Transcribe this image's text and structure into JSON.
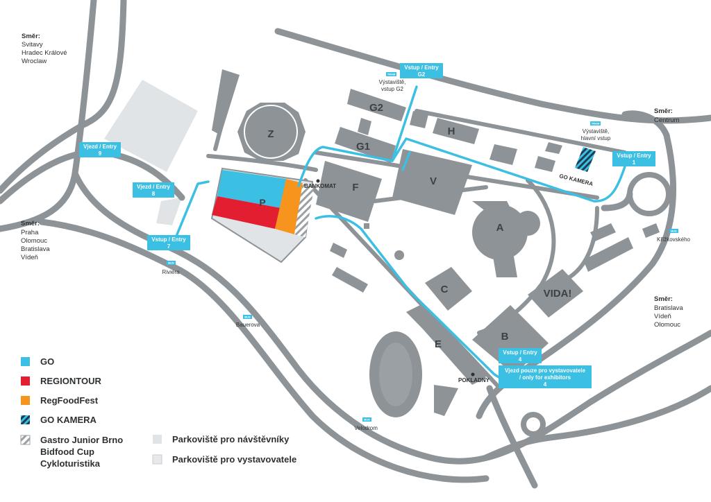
{
  "colors": {
    "go": "#3bbfe3",
    "regiontour": "#e41e31",
    "regfoodfest": "#f7941d",
    "go_kamera": "#1e9bc9",
    "road": "#8d9396",
    "parking": "#e1e4e6"
  },
  "directions": {
    "top_left": {
      "heading": "Směr:",
      "lines": [
        "Svitavy",
        "Hradec Králové",
        "Wroclaw"
      ]
    },
    "left": {
      "heading": "Směr:",
      "lines": [
        "Praha",
        "Olomouc",
        "Bratislava",
        "Vídeň"
      ]
    },
    "top_right": {
      "heading": "Směr:",
      "lines": [
        "Centrum"
      ]
    },
    "right": {
      "heading": "Směr:",
      "lines": [
        "Bratislava",
        "Vídeň",
        "Olomouc"
      ]
    }
  },
  "entries": {
    "e9": [
      "Vjezd / Entry",
      "9"
    ],
    "e8": [
      "Vjezd / Entry",
      "8"
    ],
    "e7": [
      "Vstup / Entry",
      "7"
    ],
    "g2": [
      "Vstup / Entry",
      "G2"
    ],
    "e1": [
      "Vstup / Entry",
      "1"
    ],
    "e4": [
      "Vstup / Entry",
      "4"
    ],
    "exhib": [
      "Vjezd pouze pro vystavovatele",
      "/ only for exhibitors",
      "4"
    ]
  },
  "buildings": {
    "Z": "Z",
    "P": "P",
    "G2": "G2",
    "G1": "G1",
    "F": "F",
    "V": "V",
    "H": "H",
    "A": "A",
    "C": "C",
    "B": "B",
    "E": "E",
    "VIDA": "VIDA!"
  },
  "stops": {
    "tram": "TRAM",
    "bus": "BUS",
    "vystaviste_g2": [
      "Výstaviště,",
      "vstup G2"
    ],
    "vystaviste_hlavni": [
      "Výstaviště,",
      "hlavní vstup"
    ],
    "rivera": "Riviéra",
    "bauerova": "Bauerova",
    "velodrom": "Velodrom",
    "krizkovskeho": "Křížkovského"
  },
  "labels": {
    "bankomat": "BANKOMAT",
    "pokladny": "POKLADNY",
    "go_kamera": "GO KAMERA"
  },
  "legend": {
    "go": "GO",
    "regiontour": "REGIONTOUR",
    "regfoodfest": "RegFoodFest",
    "go_kamera": "GO KAMERA",
    "gastro": [
      "Gastro Junior Brno",
      "Bidfood Cup",
      "Cykloturistika"
    ],
    "parking_visitors": "Parkoviště pro návštěvníky",
    "parking_exhibitors": "Parkoviště pro vystavovatele"
  }
}
